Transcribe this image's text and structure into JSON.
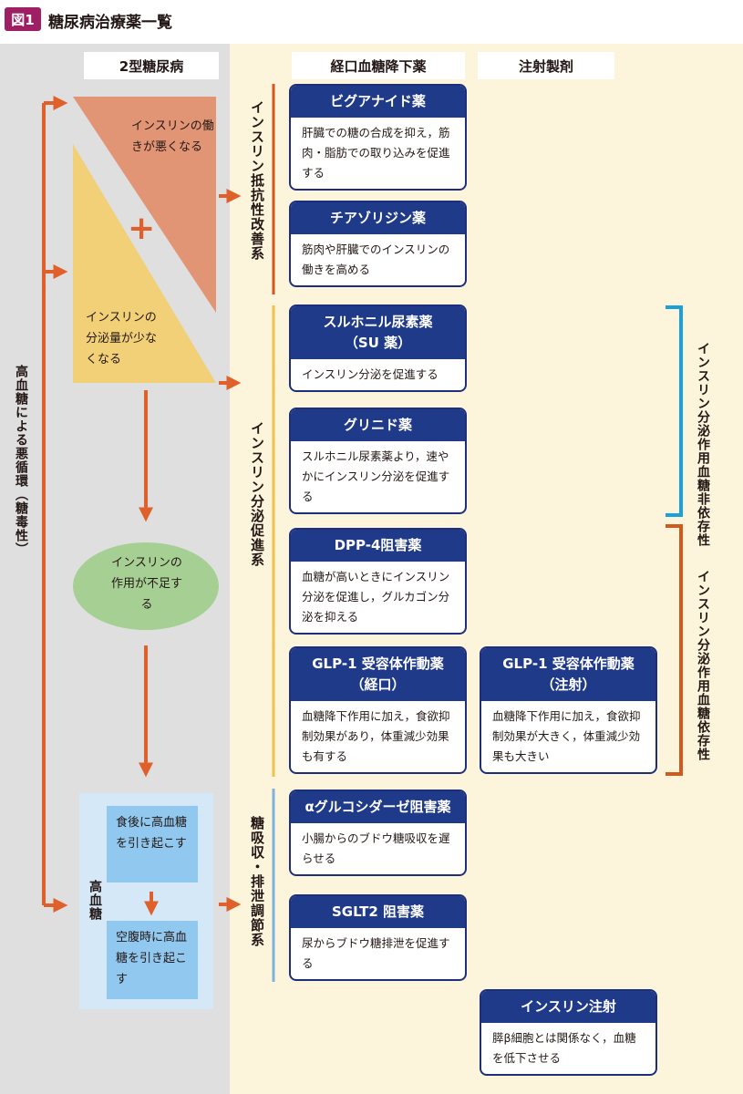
{
  "header": {
    "figure_label": "図1",
    "title": "糖尿病治療薬一覧"
  },
  "columns": {
    "left": "2型糖尿病",
    "oral": "経口血糖降下薬",
    "injection": "注射製剤"
  },
  "left_panel": {
    "cycle_label": "高血糖による悪循環（糖毒性）",
    "resistance": "インスリンの働きが悪くなる",
    "plus_sign": "+",
    "secretion": "インスリンの分泌量が少なくなる",
    "insufficient": "インスリンの作用が不足する",
    "hyperglycemia": "高血糖",
    "postprandial": "食後に高血糖を引き起こす",
    "fasting": "空腹時に高血糖を引き起こす"
  },
  "categories": {
    "resistance": "インスリン抵抗性改善系",
    "secretion": "インスリン分泌促進系",
    "absorption": "糖吸収・排泄調節系"
  },
  "cards": [
    {
      "title": "ビグアナイド薬",
      "body": "肝臓での糖の合成を抑え，筋肉・脂肪での取り込みを促進する"
    },
    {
      "title": "チアゾリジン薬",
      "body": "筋肉や肝臓でのインスリンの働きを高める"
    },
    {
      "title": "スルホニル尿素薬（SU 薬）",
      "body": "インスリン分泌を促進する"
    },
    {
      "title": "グリニド薬",
      "body": "スルホニル尿素薬より，速やかにインスリン分泌を促進する"
    },
    {
      "title": "DPP-4阻害薬",
      "body": "血糖が高いときにインスリン分泌を促進し，グルカゴン分泌を抑える"
    },
    {
      "title": "GLP-1 受容体作動薬（経口）",
      "body": "血糖降下作用に加え，食欲抑制効果があり，体重減少効果も有する"
    },
    {
      "title": "GLP-1 受容体作動薬（注射）",
      "body": "血糖降下作用に加え，食欲抑制効果が大きく，体重減少効果も大きい"
    },
    {
      "title": "αグルコシダーゼ阻害薬",
      "body": "小腸からのブドウ糖吸収を遅らせる"
    },
    {
      "title": "SGLT2 阻害薬",
      "body": "尿からブドウ糖排泄を促進する"
    },
    {
      "title": "インスリン注射",
      "body": "膵β細胞とは関係なく，血糖を低下させる"
    }
  ],
  "brackets": {
    "independent": "インスリン分泌作用血糖非依存性",
    "dependent": "インスリン分泌作用血糖依存性"
  },
  "colors": {
    "arrow": "#e0602b",
    "card_header": "#203a8a",
    "resistance_tri": "#e29575",
    "secretion_tri": "#f1d077",
    "ellipse": "#a6cf94",
    "blue_line": "#1aa0dc",
    "orange_line": "#d2591e",
    "yellow_line": "#f0c24a",
    "lightblue_line": "#7fb3de"
  }
}
